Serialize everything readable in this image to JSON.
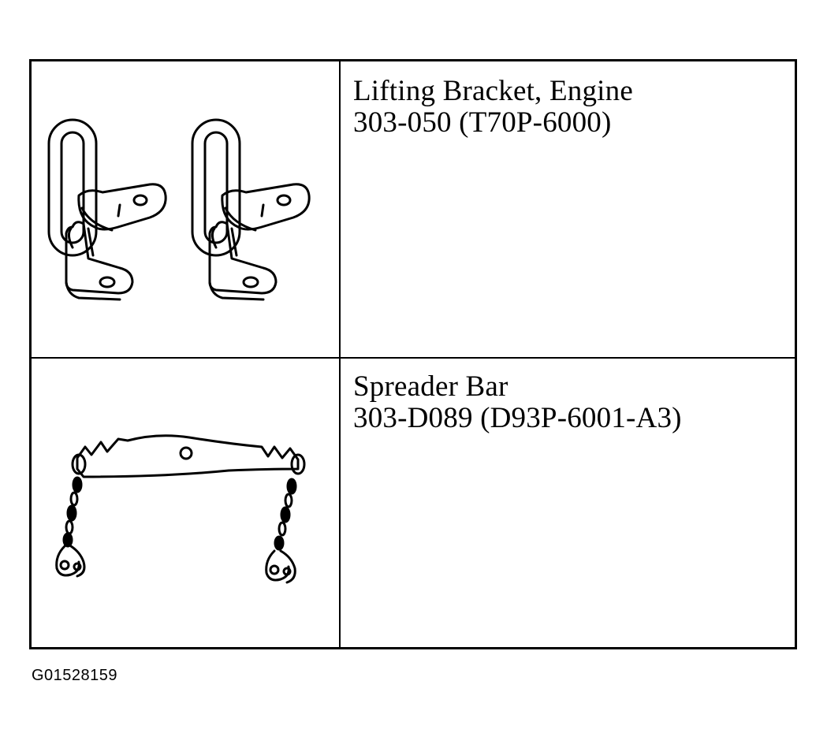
{
  "tools": [
    {
      "name": "Lifting Bracket, Engine",
      "part_number": "303-050 (T70P-6000)",
      "illustration_icon": "lifting-bracket-icon"
    },
    {
      "name": "Spreader Bar",
      "part_number": "303-D089 (D93P-6001-A3)",
      "illustration_icon": "spreader-bar-icon"
    }
  ],
  "figure_code": "G01528159"
}
